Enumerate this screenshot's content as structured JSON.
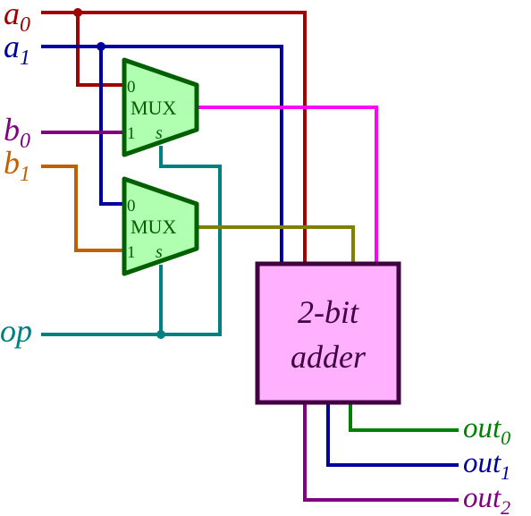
{
  "inputs": {
    "a0": {
      "base": "a",
      "sub": "0"
    },
    "a1": {
      "base": "a",
      "sub": "1"
    },
    "b0": {
      "base": "b",
      "sub": "0"
    },
    "b1": {
      "base": "b",
      "sub": "1"
    },
    "op": {
      "base": "op"
    }
  },
  "muxes": [
    {
      "title": "MUX",
      "in0": "0",
      "in1": "1",
      "sel": "s"
    },
    {
      "title": "MUX",
      "in0": "0",
      "in1": "1",
      "sel": "s"
    }
  ],
  "adder": {
    "line1": "2-bit",
    "line2": "adder"
  },
  "outputs": {
    "out0": {
      "base": "out",
      "sub": "0"
    },
    "out1": {
      "base": "out",
      "sub": "1"
    },
    "out2": {
      "base": "out",
      "sub": "2"
    }
  },
  "colors": {
    "a0": "#a00000",
    "a1": "#0000a0",
    "b0": "#800080",
    "b1": "#c06000",
    "op": "#008080",
    "mux_out0": "#ff00ff",
    "mux_out1": "#808000",
    "out0": "#008000",
    "out1": "#0000a0",
    "out2": "#800080",
    "mux_fill": "#b0ffb0",
    "mux_stroke": "#006000",
    "adder_fill": "#ffb0ff",
    "adder_stroke": "#400040"
  }
}
